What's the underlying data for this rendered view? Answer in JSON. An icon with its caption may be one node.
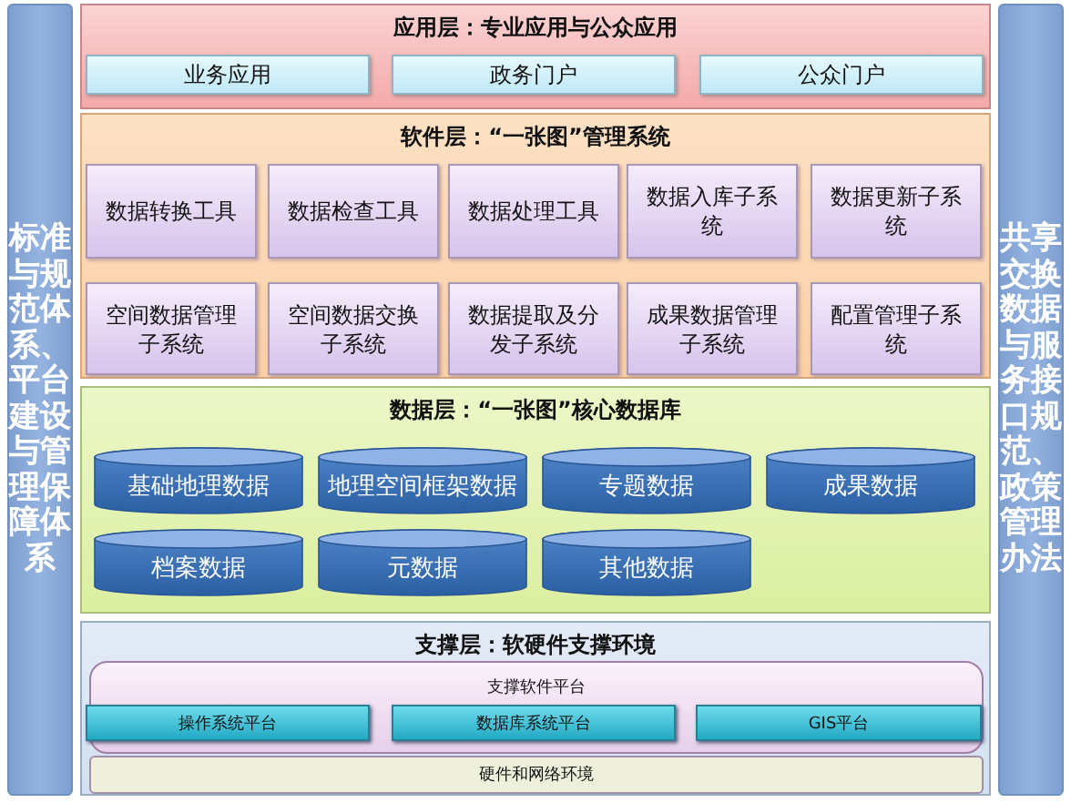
{
  "diagram": {
    "nodes": [
      {
        "text": [
          "标准与规范体系、平台建设与管理保障体系"
        ]
      },
      {
        "text": [
          "共享交换数据与服务接口规范、政策管理办法"
        ]
      },
      {
        "text": [
          "应用层：专业应用与公众应用"
        ]
      },
      {
        "text": [
          "业务应用"
        ],
        "in": 2
      },
      {
        "text": [
          "政务门户"
        ],
        "in": 2
      },
      {
        "text": [
          "公众门户"
        ],
        "in": 2
      },
      {
        "text": [
          "软件层：“一张图”管理系统"
        ]
      },
      {
        "text": [
          "数据转换工具"
        ],
        "in": 6
      },
      {
        "text": [
          "数据检查工具"
        ],
        "in": 6
      },
      {
        "text": [
          "数据处理工具"
        ],
        "in": 6
      },
      {
        "text": [
          "数据入库子系统"
        ],
        "in": 6
      },
      {
        "text": [
          "数据更新子系统"
        ],
        "in": 6
      },
      {
        "text": [
          "空间数据管理子系统"
        ],
        "in": 6
      },
      {
        "text": [
          "空间数据交换子系统"
        ],
        "in": 6
      },
      {
        "text": [
          "数据提取及分发子系统"
        ],
        "in": 6
      },
      {
        "text": [
          "成果数据管理子系统"
        ],
        "in": 6
      },
      {
        "text": [
          "配置管理子系统"
        ],
        "in": 6
      },
      {
        "text": [
          "数据层：“一张图”核心数据库"
        ]
      },
      {
        "text": [
          "基础地理数据"
        ],
        "in": 17
      },
      {
        "text": [
          "地理空间框架数据"
        ],
        "in": 17
      },
      {
        "text": [
          "专题数据"
        ],
        "in": 17
      },
      {
        "text": [
          "成果数据"
        ],
        "in": 17
      },
      {
        "text": [
          "档案数据"
        ],
        "in": 17
      },
      {
        "text": [
          "元数据"
        ],
        "in": 17
      },
      {
        "text": [
          "其他数据"
        ],
        "in": 17
      },
      {
        "text": [
          "支撑层：软硬件支撑环境"
        ]
      },
      {
        "text": [
          "支撑软件平台"
        ],
        "in": 25
      },
      {
        "text": [
          "操作系统平台"
        ],
        "in": 26
      },
      {
        "text": [
          "数据库系统平台"
        ],
        "in": 26
      },
      {
        "text": [
          "GIS平台"
        ],
        "in": 26
      },
      {
        "text": [
          "硬件和网络环境"
        ],
        "in": 25
      }
    ]
  }
}
